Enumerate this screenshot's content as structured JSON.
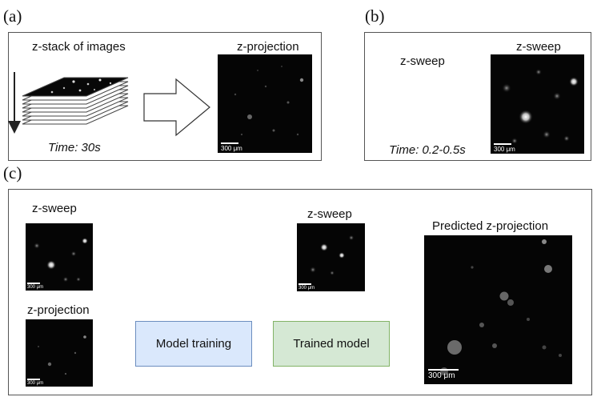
{
  "panel_a": {
    "label": "(a)",
    "stack_caption": "z-stack of images",
    "time_caption": "Time: 30s",
    "projection_caption": "z-projection",
    "scale_bar": "300 μm"
  },
  "panel_b": {
    "label": "(b)",
    "block_caption": "z-sweep",
    "time_caption": "Time: 0.2-0.5s",
    "image_caption": "z-sweep",
    "scale_bar": "300 μm"
  },
  "panel_c": {
    "label": "(c)",
    "input_sweep_caption": "z-sweep",
    "input_projection_caption": "z-projection",
    "model_training_label": "Model training",
    "trained_model_label": "Trained model",
    "new_sweep_caption": "z-sweep",
    "output_caption": "Predicted z-projection",
    "scale_bar": "300 μm",
    "colors": {
      "training_fill": "#dae8fc",
      "training_border": "#6c8ebf",
      "trained_fill": "#d5e8d4",
      "trained_border": "#82b366"
    }
  }
}
